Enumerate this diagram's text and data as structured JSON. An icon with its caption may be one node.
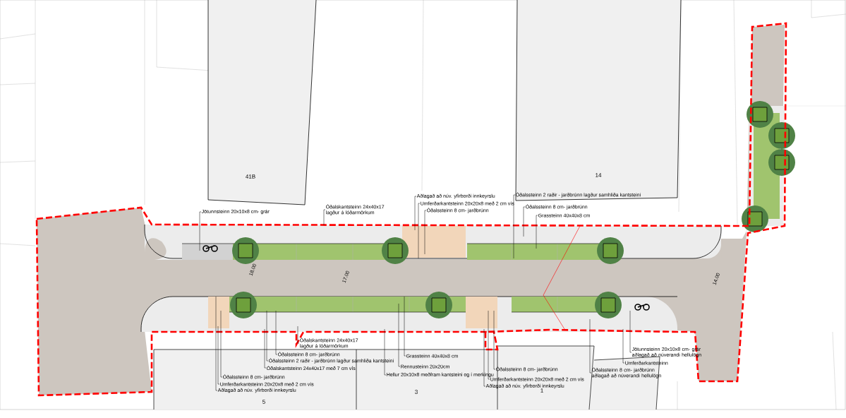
{
  "diagram": {
    "nodes": [
      {
        "text": [
          "Jötunnsteinn 20x10x8 cm- grár"
        ]
      },
      {
        "text": [
          "Óðalskantsteinn 24x40x17 lagður á lóðarmörkum"
        ]
      },
      {
        "text": [
          "Aðlagað að núv. yfirborði innkeyrslu"
        ]
      },
      {
        "text": [
          "Umferðarkantsteinn 20x20x8 með 2 cm vís"
        ]
      },
      {
        "text": [
          "Óðalssteinn 8 cm- jarðbrúnn"
        ]
      },
      {
        "text": [
          "Óðalssteinn 2 raðir - jarðbrúnn lagður samhliða kantsteini"
        ]
      },
      {
        "text": [
          "Óðalssteinn 8 cm- jarðbrúnn"
        ]
      },
      {
        "text": [
          "Grassteinn 40x40x8 cm"
        ]
      },
      {
        "text": [
          "Óðalskantsteinn 24x40x17 lagður á lóðarmörkum"
        ]
      },
      {
        "text": [
          "Óðalssteinn 8 cm- jarðbrúnn"
        ]
      },
      {
        "text": [
          "Óðalssteinn 2 raðir - jarðbrúnn lagður samhliða kantsteini"
        ]
      },
      {
        "text": [
          "Óðalskantsteinn 24x40x17 með 7 cm vís"
        ]
      },
      {
        "text": [
          "Óðalssteinn 8 cm- jarðbrúnn"
        ]
      },
      {
        "text": [
          "Umferðarkantsteinn 20x20x8 með 2 cm vís"
        ]
      },
      {
        "text": [
          "Aðlagað að núv. yfirborði innkeyrslu"
        ]
      },
      {
        "text": [
          "Grassteinn 40x40x8 cm"
        ]
      },
      {
        "text": [
          "Rennusteinn 20x20cm"
        ]
      },
      {
        "text": [
          "Hellur 20x10x8 meðfram kantsteini og í merkingu"
        ]
      },
      {
        "text": [
          "Óðalssteinn 8 cm- jarðbrúnn"
        ]
      },
      {
        "text": [
          "Umferðarkantsteinn 20x20x8 með 2 cm vís"
        ]
      },
      {
        "text": [
          "Aðlagað að núv. yfirborði innkeyrslu"
        ]
      },
      {
        "text": [
          "Jötunnsteinn 20x10x8 cm- grár aðlagað að núverandi hellulögn"
        ]
      },
      {
        "text": [
          "Umferðarkantsteinn"
        ]
      },
      {
        "text": [
          "Óðalssteinn 8 cm- jarðbrúnn aðlagað að núverandi hellulögn"
        ]
      }
    ],
    "edges": [
      {
        "from": 0,
        "to": null,
        "arrow": "none"
      },
      {
        "from": 1,
        "to": null,
        "arrow": "none"
      },
      {
        "from": 2,
        "to": null,
        "arrow": "none"
      },
      {
        "from": 3,
        "to": null,
        "arrow": "none"
      },
      {
        "from": 4,
        "to": null,
        "arrow": "none"
      },
      {
        "from": 5,
        "to": null,
        "arrow": "none"
      },
      {
        "from": 6,
        "to": null,
        "arrow": "none"
      },
      {
        "from": 7,
        "to": null,
        "arrow": "none"
      },
      {
        "from": 8,
        "to": null,
        "arrow": "none"
      },
      {
        "from": 9,
        "to": null,
        "arrow": "none"
      },
      {
        "from": 10,
        "to": null,
        "arrow": "none"
      },
      {
        "from": 11,
        "to": null,
        "arrow": "none"
      },
      {
        "from": 12,
        "to": null,
        "arrow": "none"
      },
      {
        "from": 13,
        "to": null,
        "arrow": "none"
      },
      {
        "from": 14,
        "to": null,
        "arrow": "none"
      },
      {
        "from": 15,
        "to": null,
        "arrow": "none"
      },
      {
        "from": 16,
        "to": null,
        "arrow": "none"
      },
      {
        "from": 17,
        "to": null,
        "arrow": "none"
      },
      {
        "from": 18,
        "to": null,
        "arrow": "none"
      },
      {
        "from": 19,
        "to": null,
        "arrow": "none"
      },
      {
        "from": 20,
        "to": null,
        "arrow": "none"
      },
      {
        "from": 21,
        "to": null,
        "arrow": "none"
      },
      {
        "from": 22,
        "to": null,
        "arrow": "none"
      },
      {
        "from": 23,
        "to": null,
        "arrow": "none"
      }
    ],
    "labels": [
      "41B",
      "14",
      "18.00",
      "17.00",
      "14.00",
      "5",
      "3",
      "1"
    ]
  }
}
